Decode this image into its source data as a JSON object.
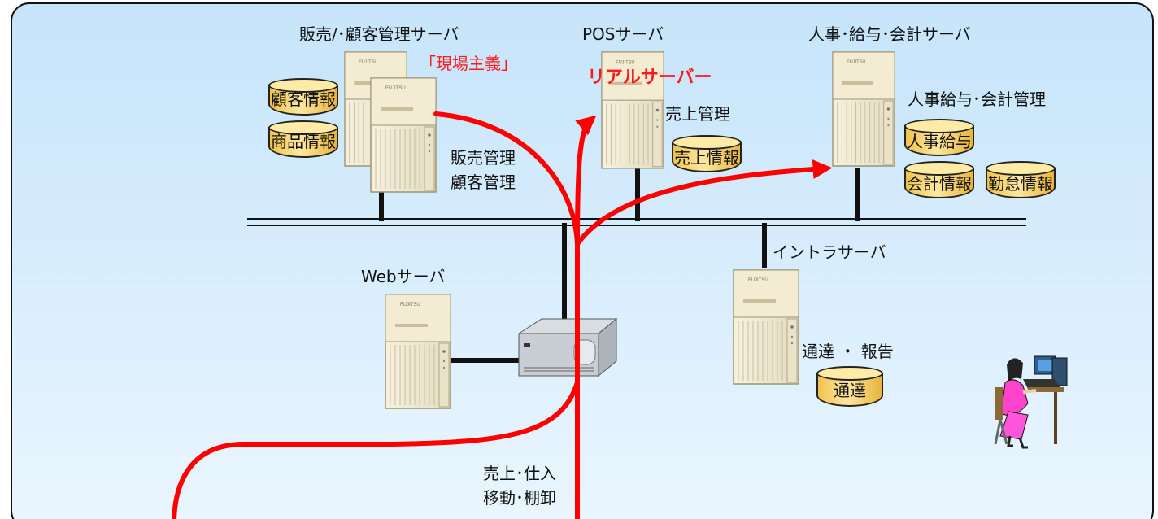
{
  "servers": {
    "sales": {
      "title": "販売/･顧客管理サーバ",
      "tag": "「現場主義」",
      "func1": "販売管理",
      "func2": "顧客管理",
      "db1": "顧客情報",
      "db2": "商品情報"
    },
    "pos": {
      "title": "POSサーバ",
      "tag": "リアルサーバー",
      "func": "売上管理",
      "db": "売上情報"
    },
    "hr": {
      "title": "人事･給与･会計サーバ",
      "func": "人事給与･会計管理",
      "db1": "人事給与",
      "db2": "会計情報",
      "db3": "勤怠情報"
    },
    "intra": {
      "title": "イントラサーバ",
      "func": "通達 ・ 報告",
      "db": "通達"
    },
    "web": {
      "title": "Webサーバ"
    }
  },
  "flow": {
    "line1": "売上･仕入",
    "line2": "移動･棚卸"
  },
  "colors": {
    "panel": "#d4ecfc",
    "flow": "#ff0000",
    "cylinder": "#f6cf5e"
  },
  "icons": [
    "server-icon",
    "router-icon",
    "database-icon",
    "user-at-terminal-icon"
  ]
}
